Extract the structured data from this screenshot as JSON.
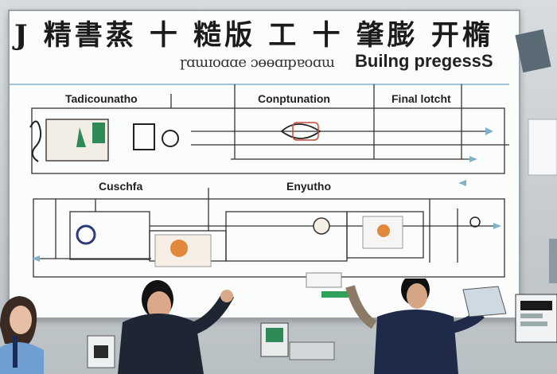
{
  "board": {
    "title": "J 精書蒸 十 糙版 工 十 肇膨 开橢",
    "subtitle_a": "ɼɑɯɪoɑɑe ɔɵɵɑɪpɐoɑɯ",
    "subtitle_b": "Builng pregessS"
  },
  "stages": {
    "top_left": "Tadicounatho",
    "top_middle": "Conptunation",
    "top_right": "Final lotcht",
    "mid_left": "Cuschfa",
    "mid_middle": "Enyutho"
  },
  "colors": {
    "board": "#fbfcfc",
    "line": "#333333",
    "accent_blue": "#7fb3c9",
    "accent_green": "#2e8b57",
    "accent_orange": "#e0893a",
    "suit": "#1f2633"
  }
}
